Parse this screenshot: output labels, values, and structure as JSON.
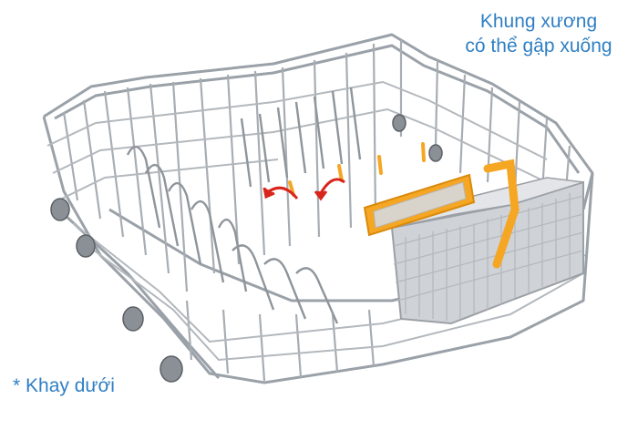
{
  "captions": {
    "top_line1": "Khung xương",
    "top_line2": "có thể gập xuống",
    "bottom": "* Khay dưới"
  },
  "colors": {
    "caption_text": "#2f7fc4",
    "wire": "#9aa1a8",
    "wire_dark": "#6f767d",
    "accent_orange": "#f5a623",
    "arrow_red": "#d9261c",
    "basket": "#c9ccd0",
    "wheel": "#8b9096"
  },
  "image": {
    "subject": "dishwasher-lower-rack",
    "icons": [
      "fold-arrow-icon",
      "fold-arrow-icon"
    ]
  }
}
